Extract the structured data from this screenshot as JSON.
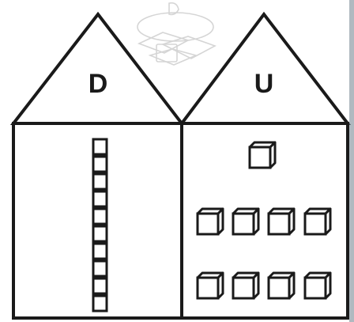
{
  "houses": [
    {
      "label": "D",
      "rod": {
        "unit_count": 10
      }
    },
    {
      "label": "U",
      "cubes": {
        "top_row": 1,
        "middle_row": 4,
        "bottom_row": 4
      }
    }
  ],
  "watermark": {
    "kind": "books-logo"
  },
  "colors": {
    "stroke": "#1a1a1a",
    "paper": "#ffffff",
    "edge": "#5a6b7a"
  }
}
